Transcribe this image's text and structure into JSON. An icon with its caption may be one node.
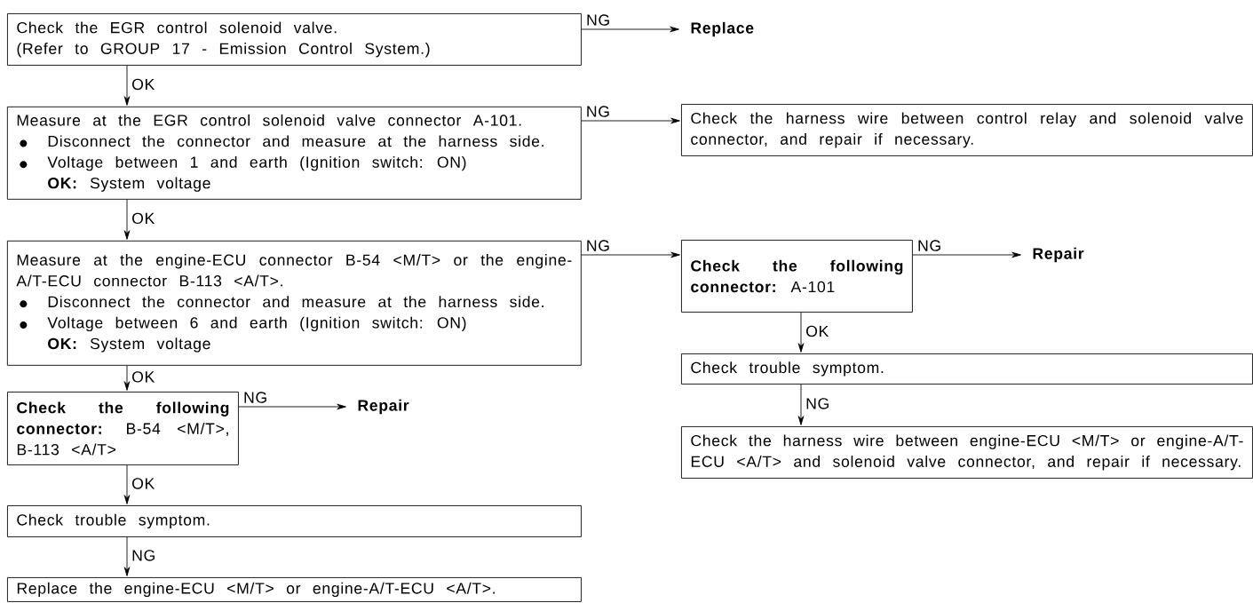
{
  "diagram": {
    "nodes": [
      {
        "text": [
          "Check the EGR control solenoid valve.",
          "(Refer to GROUP 17 - Emission Control System.)"
        ]
      },
      {
        "text": [
          "Replace"
        ]
      },
      {
        "text": [
          "Measure at the EGR control solenoid valve connector A-101.",
          "Disconnect the connector and measure at the harness side.",
          "Voltage between 1 and earth (Ignition switch: ON)",
          "**OK:** System voltage"
        ]
      },
      {
        "text": [
          "Check the harness wire between control relay and solenoid valve connector, and repair if necessary."
        ]
      },
      {
        "text": [
          "Measure at the engine-ECU connector B-54 <M/T> or the engine-A/T-ECU connector B-113 <A/T>.",
          "Disconnect the connector and measure at the harness side.",
          "Voltage between 6 and earth (Ignition switch: ON)",
          "**OK:** System voltage"
        ]
      },
      {
        "text": [
          "**Check the following connector:** A-101"
        ]
      },
      {
        "text": [
          "Repair"
        ]
      },
      {
        "text": [
          "Check trouble symptom."
        ]
      },
      {
        "text": [
          "Check the harness wire between engine-ECU <M/T> or engine-A/T-ECU <A/T> and solenoid valve connector, and repair if necessary."
        ]
      },
      {
        "text": [
          "**Check the following connector:** B-54 <M/T>, B-113 <A/T>"
        ]
      },
      {
        "text": [
          "Repair"
        ]
      },
      {
        "text": [
          "Check trouble symptom."
        ]
      },
      {
        "text": [
          "Replace the engine-ECU <M/T> or engine-A/T-ECU <A/T>."
        ]
      }
    ],
    "edges": [
      {
        "from": 0,
        "to": 1,
        "arrow": "to",
        "label": "NG"
      },
      {
        "from": 0,
        "to": 2,
        "arrow": "to",
        "label": "OK"
      },
      {
        "from": 2,
        "to": 3,
        "arrow": "to",
        "label": "NG"
      },
      {
        "from": 2,
        "to": 4,
        "arrow": "to",
        "label": "OK"
      },
      {
        "from": 4,
        "to": 5,
        "arrow": "to",
        "label": "NG"
      },
      {
        "from": 5,
        "to": 6,
        "arrow": "to",
        "label": "NG"
      },
      {
        "from": 5,
        "to": 7,
        "arrow": "to",
        "label": "OK"
      },
      {
        "from": 7,
        "to": 8,
        "arrow": "to",
        "label": "NG"
      },
      {
        "from": 4,
        "to": 9,
        "arrow": "to",
        "label": "OK"
      },
      {
        "from": 9,
        "to": 10,
        "arrow": "to",
        "label": "NG"
      },
      {
        "from": 9,
        "to": 11,
        "arrow": "to",
        "label": "OK"
      },
      {
        "from": 11,
        "to": 12,
        "arrow": "to",
        "label": "NG"
      }
    ]
  }
}
